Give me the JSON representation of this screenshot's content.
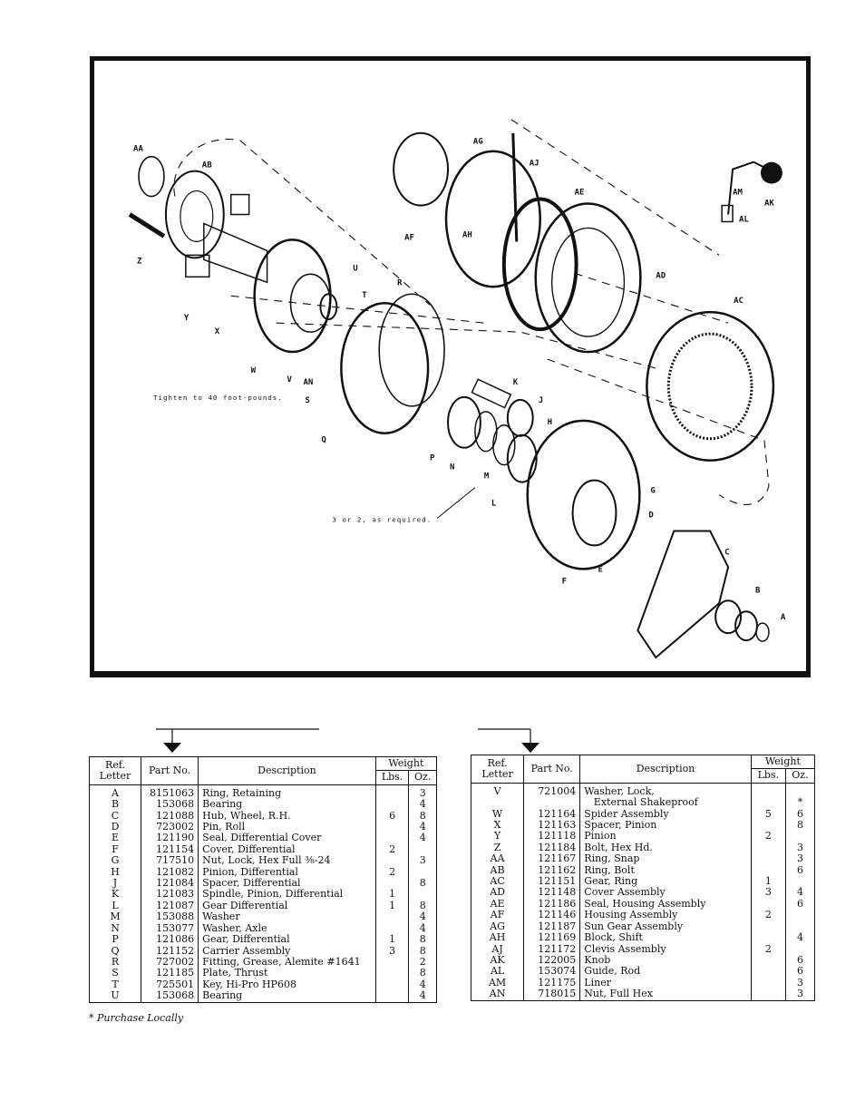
{
  "diagram": {
    "labels": [
      "AA",
      "AB",
      "Z",
      "Y",
      "X",
      "W",
      "V",
      "AN",
      "U",
      "T",
      "R",
      "S",
      "Q",
      "AG",
      "AF",
      "AH",
      "AJ",
      "AE",
      "AD",
      "AC",
      "AM",
      "AK",
      "AL",
      "K",
      "J",
      "H",
      "P",
      "N",
      "M",
      "L",
      "G",
      "D",
      "C",
      "B",
      "A",
      "F",
      "E"
    ],
    "notes": {
      "torque": "Tighten to 40 foot-pounds.",
      "required": "3 or 2, as required."
    }
  },
  "table_headers": {
    "ref_letter": "Ref. Letter",
    "part_no": "Part No.",
    "description": "Description",
    "weight": "Weight",
    "lbs": "Lbs.",
    "oz": "Oz."
  },
  "table_left": [
    {
      "ref": "A",
      "part": "8151063",
      "desc": "Ring, Retaining",
      "lbs": "",
      "oz": "3"
    },
    {
      "ref": "B",
      "part": "153068",
      "desc": "Bearing",
      "lbs": "",
      "oz": "4"
    },
    {
      "ref": "C",
      "part": "121088",
      "desc": "Hub, Wheel, R.H.",
      "lbs": "6",
      "oz": "8"
    },
    {
      "ref": "D",
      "part": "723002",
      "desc": "Pin, Roll",
      "lbs": "",
      "oz": "4"
    },
    {
      "ref": "E",
      "part": "121190",
      "desc": "Seal, Differential Cover",
      "lbs": "",
      "oz": "4"
    },
    {
      "ref": "F",
      "part": "121154",
      "desc": "Cover, Differential",
      "lbs": "2",
      "oz": ""
    },
    {
      "ref": "G",
      "part": "717510",
      "desc": "Nut, Lock, Hex Full ⅜-24",
      "lbs": "",
      "oz": "3"
    },
    {
      "ref": "H",
      "part": "121082",
      "desc": "Pinion, Differential",
      "lbs": "2",
      "oz": ""
    },
    {
      "ref": "J",
      "part": "121084",
      "desc": "Spacer, Differential",
      "lbs": "",
      "oz": "8"
    },
    {
      "ref": "K",
      "part": "121083",
      "desc": "Spindle, Pinion, Differential",
      "lbs": "1",
      "oz": ""
    },
    {
      "ref": "L",
      "part": "121087",
      "desc": "Gear Differential",
      "lbs": "1",
      "oz": "8"
    },
    {
      "ref": "M",
      "part": "153088",
      "desc": "Washer",
      "lbs": "",
      "oz": "4"
    },
    {
      "ref": "N",
      "part": "153077",
      "desc": "Washer, Axle",
      "lbs": "",
      "oz": "4"
    },
    {
      "ref": "P",
      "part": "121086",
      "desc": "Gear, Differential",
      "lbs": "1",
      "oz": "8"
    },
    {
      "ref": "Q",
      "part": "121152",
      "desc": "Carrier Assembly",
      "lbs": "3",
      "oz": "8"
    },
    {
      "ref": "R",
      "part": "727002",
      "desc": "Fitting, Grease, Alemite #1641",
      "lbs": "",
      "oz": "2"
    },
    {
      "ref": "S",
      "part": "121185",
      "desc": "Plate, Thrust",
      "lbs": "",
      "oz": "8"
    },
    {
      "ref": "T",
      "part": "725501",
      "desc": "Key, Hi-Pro HP608",
      "lbs": "",
      "oz": "4"
    },
    {
      "ref": "U",
      "part": "153068",
      "desc": "Bearing",
      "lbs": "",
      "oz": "4"
    }
  ],
  "table_right": [
    {
      "ref": "V",
      "part": "721004",
      "desc": "Washer, Lock,",
      "lbs": "",
      "oz": ""
    },
    {
      "ref": "",
      "part": "",
      "desc": "   External Shakeproof",
      "lbs": "",
      "oz": "*"
    },
    {
      "ref": "W",
      "part": "121164",
      "desc": "Spider Assembly",
      "lbs": "5",
      "oz": "6"
    },
    {
      "ref": "X",
      "part": "121163",
      "desc": "Spacer, Pinion",
      "lbs": "",
      "oz": "8"
    },
    {
      "ref": "Y",
      "part": "121118",
      "desc": "Pinion",
      "lbs": "2",
      "oz": ""
    },
    {
      "ref": "Z",
      "part": "121184",
      "desc": "Bolt, Hex Hd.",
      "lbs": "",
      "oz": "3"
    },
    {
      "ref": "AA",
      "part": "121167",
      "desc": "Ring, Snap",
      "lbs": "",
      "oz": "3"
    },
    {
      "ref": "AB",
      "part": "121162",
      "desc": "Ring, Bolt",
      "lbs": "",
      "oz": "6"
    },
    {
      "ref": "AC",
      "part": "121151",
      "desc": "Gear, Ring",
      "lbs": "1",
      "oz": ""
    },
    {
      "ref": "AD",
      "part": "121148",
      "desc": "Cover Assembly",
      "lbs": "3",
      "oz": "4"
    },
    {
      "ref": "AE",
      "part": "121186",
      "desc": "Seal, Housing Assembly",
      "lbs": "",
      "oz": "6"
    },
    {
      "ref": "AF",
      "part": "121146",
      "desc": "Housing Assembly",
      "lbs": "2",
      "oz": ""
    },
    {
      "ref": "AG",
      "part": "121187",
      "desc": "Sun Gear Assembly",
      "lbs": "",
      "oz": ""
    },
    {
      "ref": "AH",
      "part": "121169",
      "desc": "Block, Shift",
      "lbs": "",
      "oz": "4"
    },
    {
      "ref": "AJ",
      "part": "121172",
      "desc": "Clevis Assembly",
      "lbs": "2",
      "oz": ""
    },
    {
      "ref": "AK",
      "part": "122005",
      "desc": "Knob",
      "lbs": "",
      "oz": "6"
    },
    {
      "ref": "AL",
      "part": "153074",
      "desc": "Guide, Rod",
      "lbs": "",
      "oz": "6"
    },
    {
      "ref": "AM",
      "part": "121175",
      "desc": "Liner",
      "lbs": "",
      "oz": "3"
    },
    {
      "ref": "AN",
      "part": "718015",
      "desc": "Nut, Full Hex",
      "lbs": "",
      "oz": "3"
    }
  ],
  "footnote": "* Purchase Locally"
}
